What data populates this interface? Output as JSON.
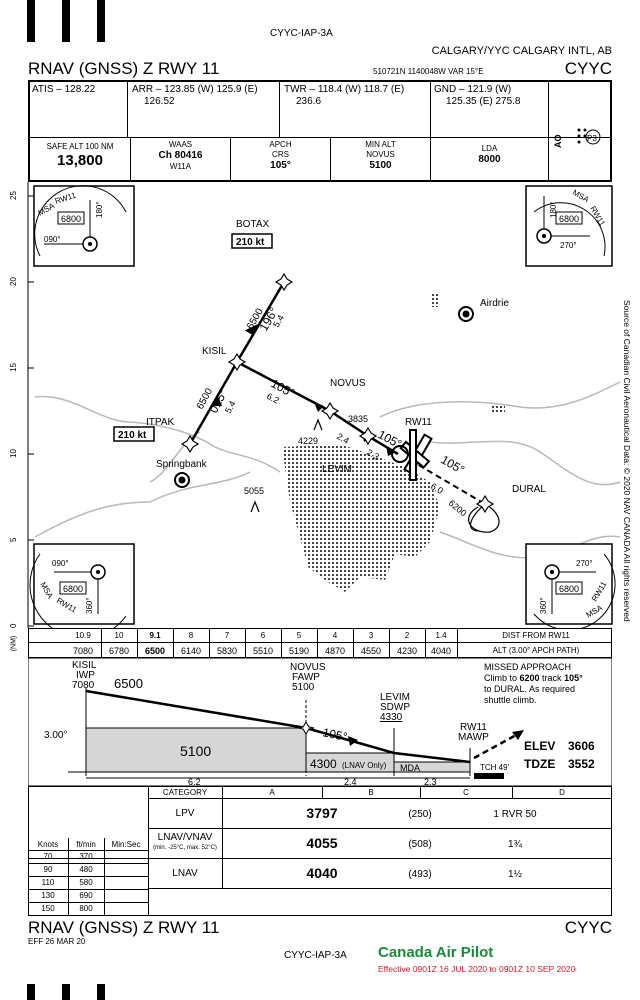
{
  "header": {
    "chart_id": "CYYC-IAP-3A",
    "airport_name": "CALGARY/YYC CALGARY INTL, AB",
    "procedure": "RNAV (GNSS) Z RWY 11",
    "coords": "510721N  1140048W  VAR 15°E",
    "ident": "CYYC"
  },
  "comms": [
    {
      "line1": "ATIS – 128.22",
      "line2": ""
    },
    {
      "line1": "ARR – 123.85 (W)  125.9 (E)",
      "line2": "126.52"
    },
    {
      "line1": "TWR – 118.4 (W)  118.7 (E)",
      "line2": "236.6"
    },
    {
      "line1": "GND – 121.9 (W)",
      "line2": "125.35 (E)  275.8"
    }
  ],
  "side_notes": {
    "ao": "AO",
    "p": "P3"
  },
  "briefing": [
    {
      "label": "SAFE ALT 100 NM",
      "value": "13,800",
      "sub": ""
    },
    {
      "label": "WAAS",
      "value": "Ch 80416",
      "sub": "W11A"
    },
    {
      "label": "APCH CRS",
      "value": "105°",
      "sub": ""
    },
    {
      "label": "MIN ALT NOVUS",
      "value": "5100",
      "sub": ""
    },
    {
      "label": "LDA",
      "value": "8000",
      "sub": ""
    }
  ],
  "plan_view": {
    "scale_ticks": [
      "25",
      "20",
      "15",
      "10",
      "5",
      "0"
    ],
    "fixes": {
      "botax": "BOTAX",
      "kisil": "KISIL",
      "itpak": "ITPAK",
      "novus": "NOVUS",
      "levim": "LEVIM",
      "dural": "DURAL",
      "rw11": "RW11",
      "springbank": "Springbank",
      "airdrie": "Airdrie"
    },
    "speed_botax": "210 kt",
    "speed_itpak": "210 kt",
    "leg_botax_kisil": {
      "alt": "6500",
      "crs": "196°",
      "dist": "5.4"
    },
    "leg_itpak_kisil": {
      "alt": "6500",
      "crs": "015°",
      "dist": "5.4"
    },
    "leg_kisil_novus": {
      "crs": "105°",
      "dist": "6.2"
    },
    "leg_novus_levim": {
      "dist": "2.4"
    },
    "leg_levim_rw11": {
      "dist": "2.3",
      "crs": "105°"
    },
    "leg_missed": {
      "crs": "105°",
      "dist": "6.0",
      "alt": "6200"
    },
    "elevations": [
      "3835",
      "4229",
      "5055"
    ],
    "msa_nw": {
      "fix": "RW11",
      "label": "MSA",
      "alt": "6800",
      "b1": "180°",
      "b2": "090°"
    },
    "msa_ne": {
      "fix": "RW11",
      "label": "MSA",
      "alt": "6800",
      "b1": "180°",
      "b2": "270°"
    },
    "msa_sw": {
      "fix": "RW11",
      "label": "MSA",
      "alt": "6800",
      "b1": "090°",
      "b2": "360°"
    },
    "msa_se": {
      "fix": "RW11",
      "label": "MSA",
      "alt": "6800",
      "b1": "270°",
      "b2": "360°"
    },
    "source_note": "Source of Canadian Civil Aeronautical Data: © 2020 NAV CANADA All rights reserved"
  },
  "dist_table": {
    "label_nm": "(NM)",
    "dists": [
      "10.9",
      "10",
      "9.1",
      "8",
      "7",
      "6",
      "5",
      "4",
      "3",
      "2",
      "1.4"
    ],
    "alts": [
      "7080",
      "6780",
      "6500",
      "6140",
      "5830",
      "5510",
      "5190",
      "4870",
      "4550",
      "4230",
      "4040"
    ],
    "row1_title": "DIST FROM RW11",
    "row2_title": "ALT (3.00° APCH PATH)"
  },
  "profile": {
    "kisil": {
      "name": "KISIL",
      "role": "IWP",
      "alt": "7080"
    },
    "kisil_alt": "6500",
    "novus": {
      "name": "NOVUS",
      "role": "FAWP",
      "alt": "5100"
    },
    "levim": {
      "name": "LEVIM",
      "role": "SDWP",
      "alt": "4330"
    },
    "rw11": {
      "name": "RW11",
      "role": "MAWP"
    },
    "glide": "3.00°",
    "block_alt": "5100",
    "lnav_step": "4300",
    "lnav_only": "(LNAV Only)",
    "mda": "MDA",
    "tch": "TCH 49'",
    "elev_label": "ELEV",
    "elev_value": "3606",
    "tdze_label": "TDZE",
    "tdze_value": "3552",
    "crs": "105°",
    "dist1": "6.2",
    "dist2": "2.4",
    "dist3": "2.3",
    "missed_title": "MISSED APPROACH",
    "missed_l1a": "Climb to ",
    "missed_l1b": "6200",
    "missed_l1c": " track ",
    "missed_l1d": "105°",
    "missed_l2": "to DURAL. As required",
    "missed_l3": "shuttle climb."
  },
  "minima": {
    "category_label": "CATEGORY",
    "cats": [
      "A",
      "B",
      "C",
      "D"
    ],
    "rows": [
      {
        "name": "LPV",
        "sub": "",
        "alt": "3797",
        "hat": "(250)",
        "vis": "1 RVR 50"
      },
      {
        "name": "LNAV/VNAV",
        "sub": "(min. -25°C, max. 52°C)",
        "alt": "4055",
        "hat": "(508)",
        "vis": "1¾"
      },
      {
        "name": "LNAV",
        "sub": "",
        "alt": "4040",
        "hat": "(493)",
        "vis": "1½"
      }
    ]
  },
  "speed_table": {
    "headers": [
      "Knots",
      "ft/min",
      "Min:Sec"
    ],
    "rows": [
      [
        "70",
        "370",
        ""
      ],
      [
        "90",
        "480",
        ""
      ],
      [
        "110",
        "580",
        ""
      ],
      [
        "130",
        "690",
        ""
      ],
      [
        "150",
        "800",
        ""
      ]
    ]
  },
  "footer": {
    "procedure": "RNAV (GNSS) Z RWY 11",
    "ident": "CYYC",
    "eff": "EFF 26 MAR 20",
    "chart_id": "CYYC-IAP-3A",
    "brand": "Canada Air Pilot",
    "effective": "Effective 0901Z 16 JUL 2020 to 0901Z 10 SEP 2020",
    "brand_color": "#1a8a3a",
    "effective_color": "#d0202a"
  }
}
